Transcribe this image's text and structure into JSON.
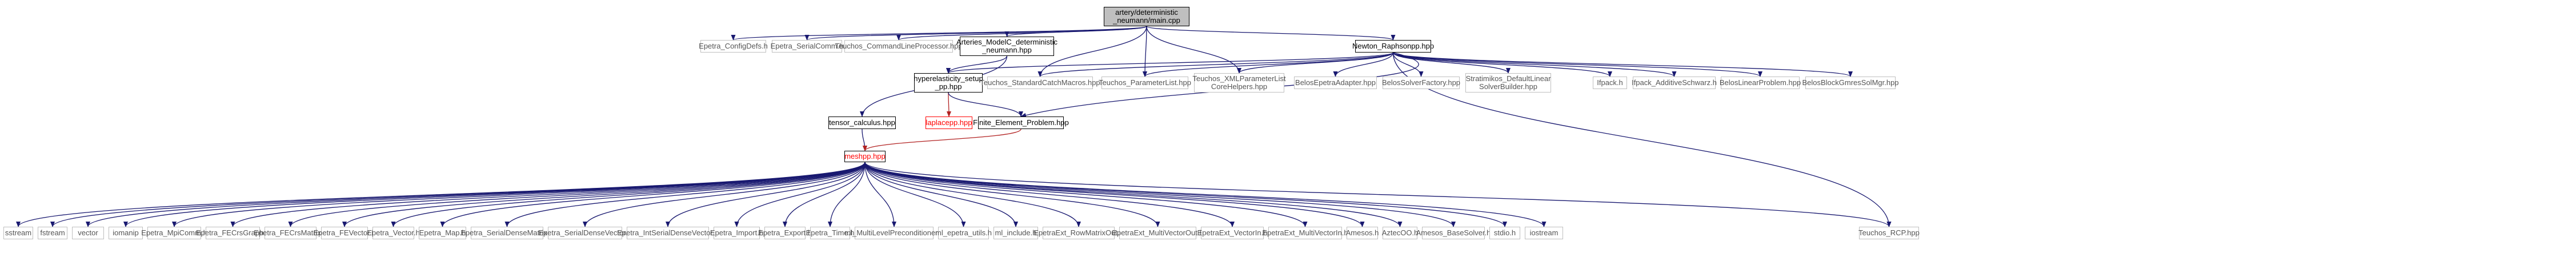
{
  "graph": {
    "root": {
      "line1": "artery/deterministic",
      "line2": "_neumann/main.cpp"
    },
    "nodes": {
      "configdefs": "Epetra_ConfigDefs.h",
      "serialcomm": "Epetra_SerialComm.h",
      "cmdline": "Teuchos_CommandLineProcessor.hpp",
      "arteriesmodel": [
        "Arteries_ModelC_deterministic",
        "_neumann.hpp"
      ],
      "catchmacros": "Teuchos_StandardCatchMacros.hpp",
      "paramlist": "Teuchos_ParameterList.hpp",
      "xmlparam": [
        "Teuchos_XMLParameterList",
        "CoreHelpers.hpp"
      ],
      "newton": "Newton_Raphsonpp.hpp",
      "hyperelastic": [
        "hyperelasticity_setup",
        "_pp.hpp"
      ],
      "belosepetra": "BelosEpetraAdapter.hpp",
      "belossolver": "BelosSolverFactory.hpp",
      "stratimikos": [
        "Stratimikos_DefaultLinear",
        "SolverBuilder.hpp"
      ],
      "ifpack": "Ifpack.h",
      "ifpackschwarz": "Ifpack_AdditiveSchwarz.h",
      "beloslinear": "BelosLinearProblem.hpp",
      "belosgmres": "BelosBlockGmresSolMgr.hpp",
      "tensor": "tensor_calculus.hpp",
      "laplacepp": "laplacepp.hpp",
      "fep": "Finite_Element_Problem.hpp",
      "meshpp": "meshpp.hpp",
      "teuchosrcp": "Teuchos_RCP.hpp"
    },
    "bottom": [
      "sstream",
      "fstream",
      "vector",
      "iomanip",
      "Epetra_MpiComm.h",
      "Epetra_FECrsGraph.h",
      "Epetra_FECrsMatrix.h",
      "Epetra_FEVector.h",
      "Epetra_Vector.h",
      "Epetra_Map.h",
      "Epetra_SerialDenseMatrix.h",
      "Epetra_SerialDenseVector.h",
      "Epetra_IntSerialDenseVector.h",
      "Epetra_Import.h",
      "Epetra_Export.h",
      "Epetra_Time.h",
      "ml_MultiLevelPreconditioner.h",
      "ml_epetra_utils.h",
      "ml_include.h",
      "EpetraExt_RowMatrixOut.h",
      "EpetraExt_MultiVectorOut.h",
      "EpetraExt_VectorIn.h",
      "EpetraExt_MultiVectorIn.h",
      "Amesos.h",
      "AztecOO.h",
      "Amesos_BaseSolver.h",
      "stdio.h",
      "iostream"
    ],
    "colors": {
      "edge": "#191970",
      "edge_red": "#b22222",
      "root_fill": "#bfbfbf",
      "gray_border": "#bfbfbf",
      "red_text": "#ff0000"
    }
  }
}
